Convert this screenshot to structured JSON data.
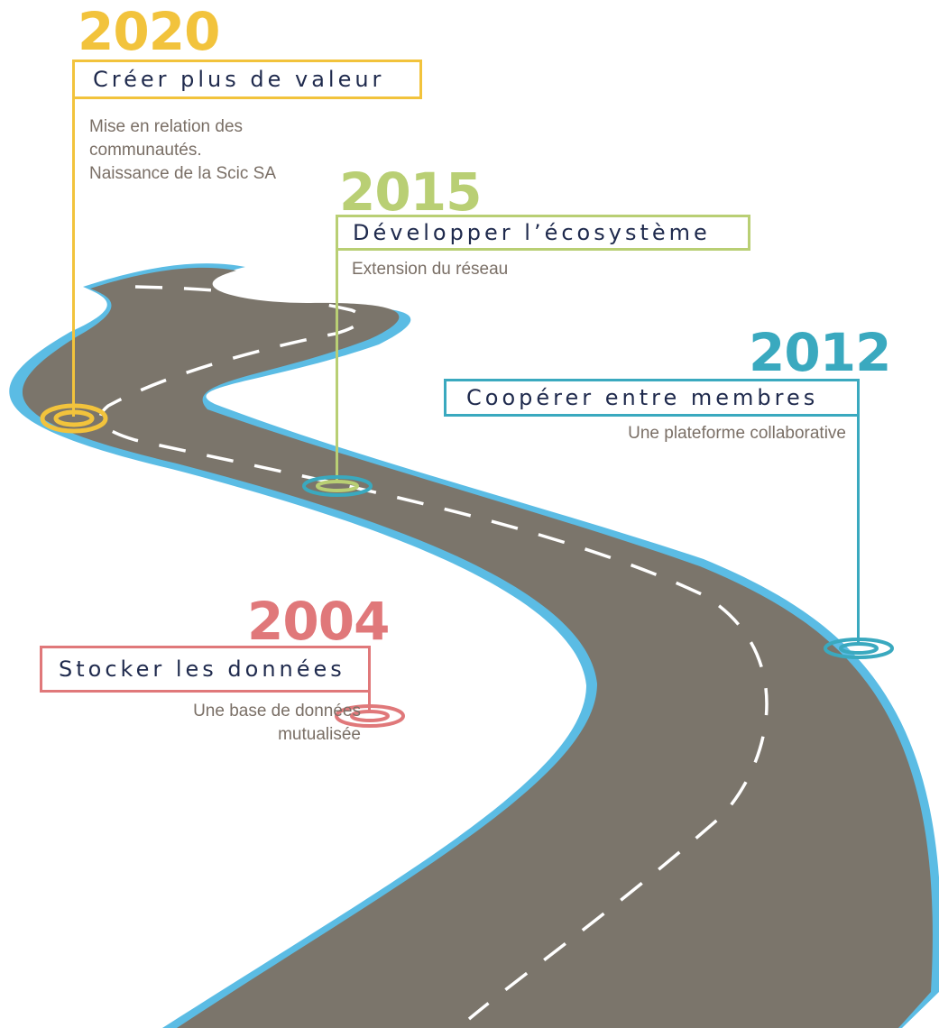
{
  "colors": {
    "road": "#7b756b",
    "road_edge": "#5bbce4",
    "dash": "#ffffff",
    "yellow": "#f2c33c",
    "green": "#b9cf74",
    "teal": "#3aa9bf",
    "red": "#e0787a",
    "title_text": "#1f2a4d",
    "desc_text": "#7a6f66"
  },
  "milestones": {
    "m2020": {
      "year": "2020",
      "title": "Créer plus de valeur",
      "desc": [
        "Mise en relation des",
        "communautés.",
        "Naissance de la Scic SA"
      ]
    },
    "m2015": {
      "year": "2015",
      "title": "Développer l’écosystème",
      "desc": [
        "Extension du réseau"
      ]
    },
    "m2012": {
      "year": "2012",
      "title": "Coopérer entre membres",
      "desc": [
        "Une plateforme collaborative"
      ]
    },
    "m2004": {
      "year": "2004",
      "title": "Stocker les données",
      "desc": [
        "Une base de données",
        "mutualisée"
      ]
    }
  }
}
